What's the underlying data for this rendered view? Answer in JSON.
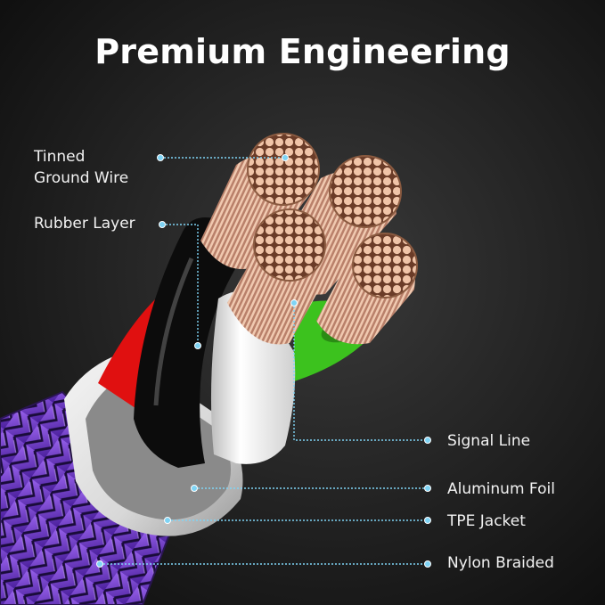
{
  "title": "Premium Engineering",
  "labels": {
    "tinned_ground_wire_line1": "Tinned",
    "tinned_ground_wire_line2": "Ground Wire",
    "rubber_layer": "Rubber Layer",
    "signal_line": "Signal Line",
    "aluminum_foil": "Aluminum Foil",
    "tpe_jacket": "TPE Jacket",
    "nylon_braided": "Nylon Braided"
  },
  "colors": {
    "background": "#141414",
    "callout_line": "#7fd4f5",
    "braid": "#7a3fd6",
    "copper": "#d9a486",
    "red_wire": "#e01010",
    "green_wire": "#3cc21e",
    "white_wire": "#f2f2f2"
  }
}
